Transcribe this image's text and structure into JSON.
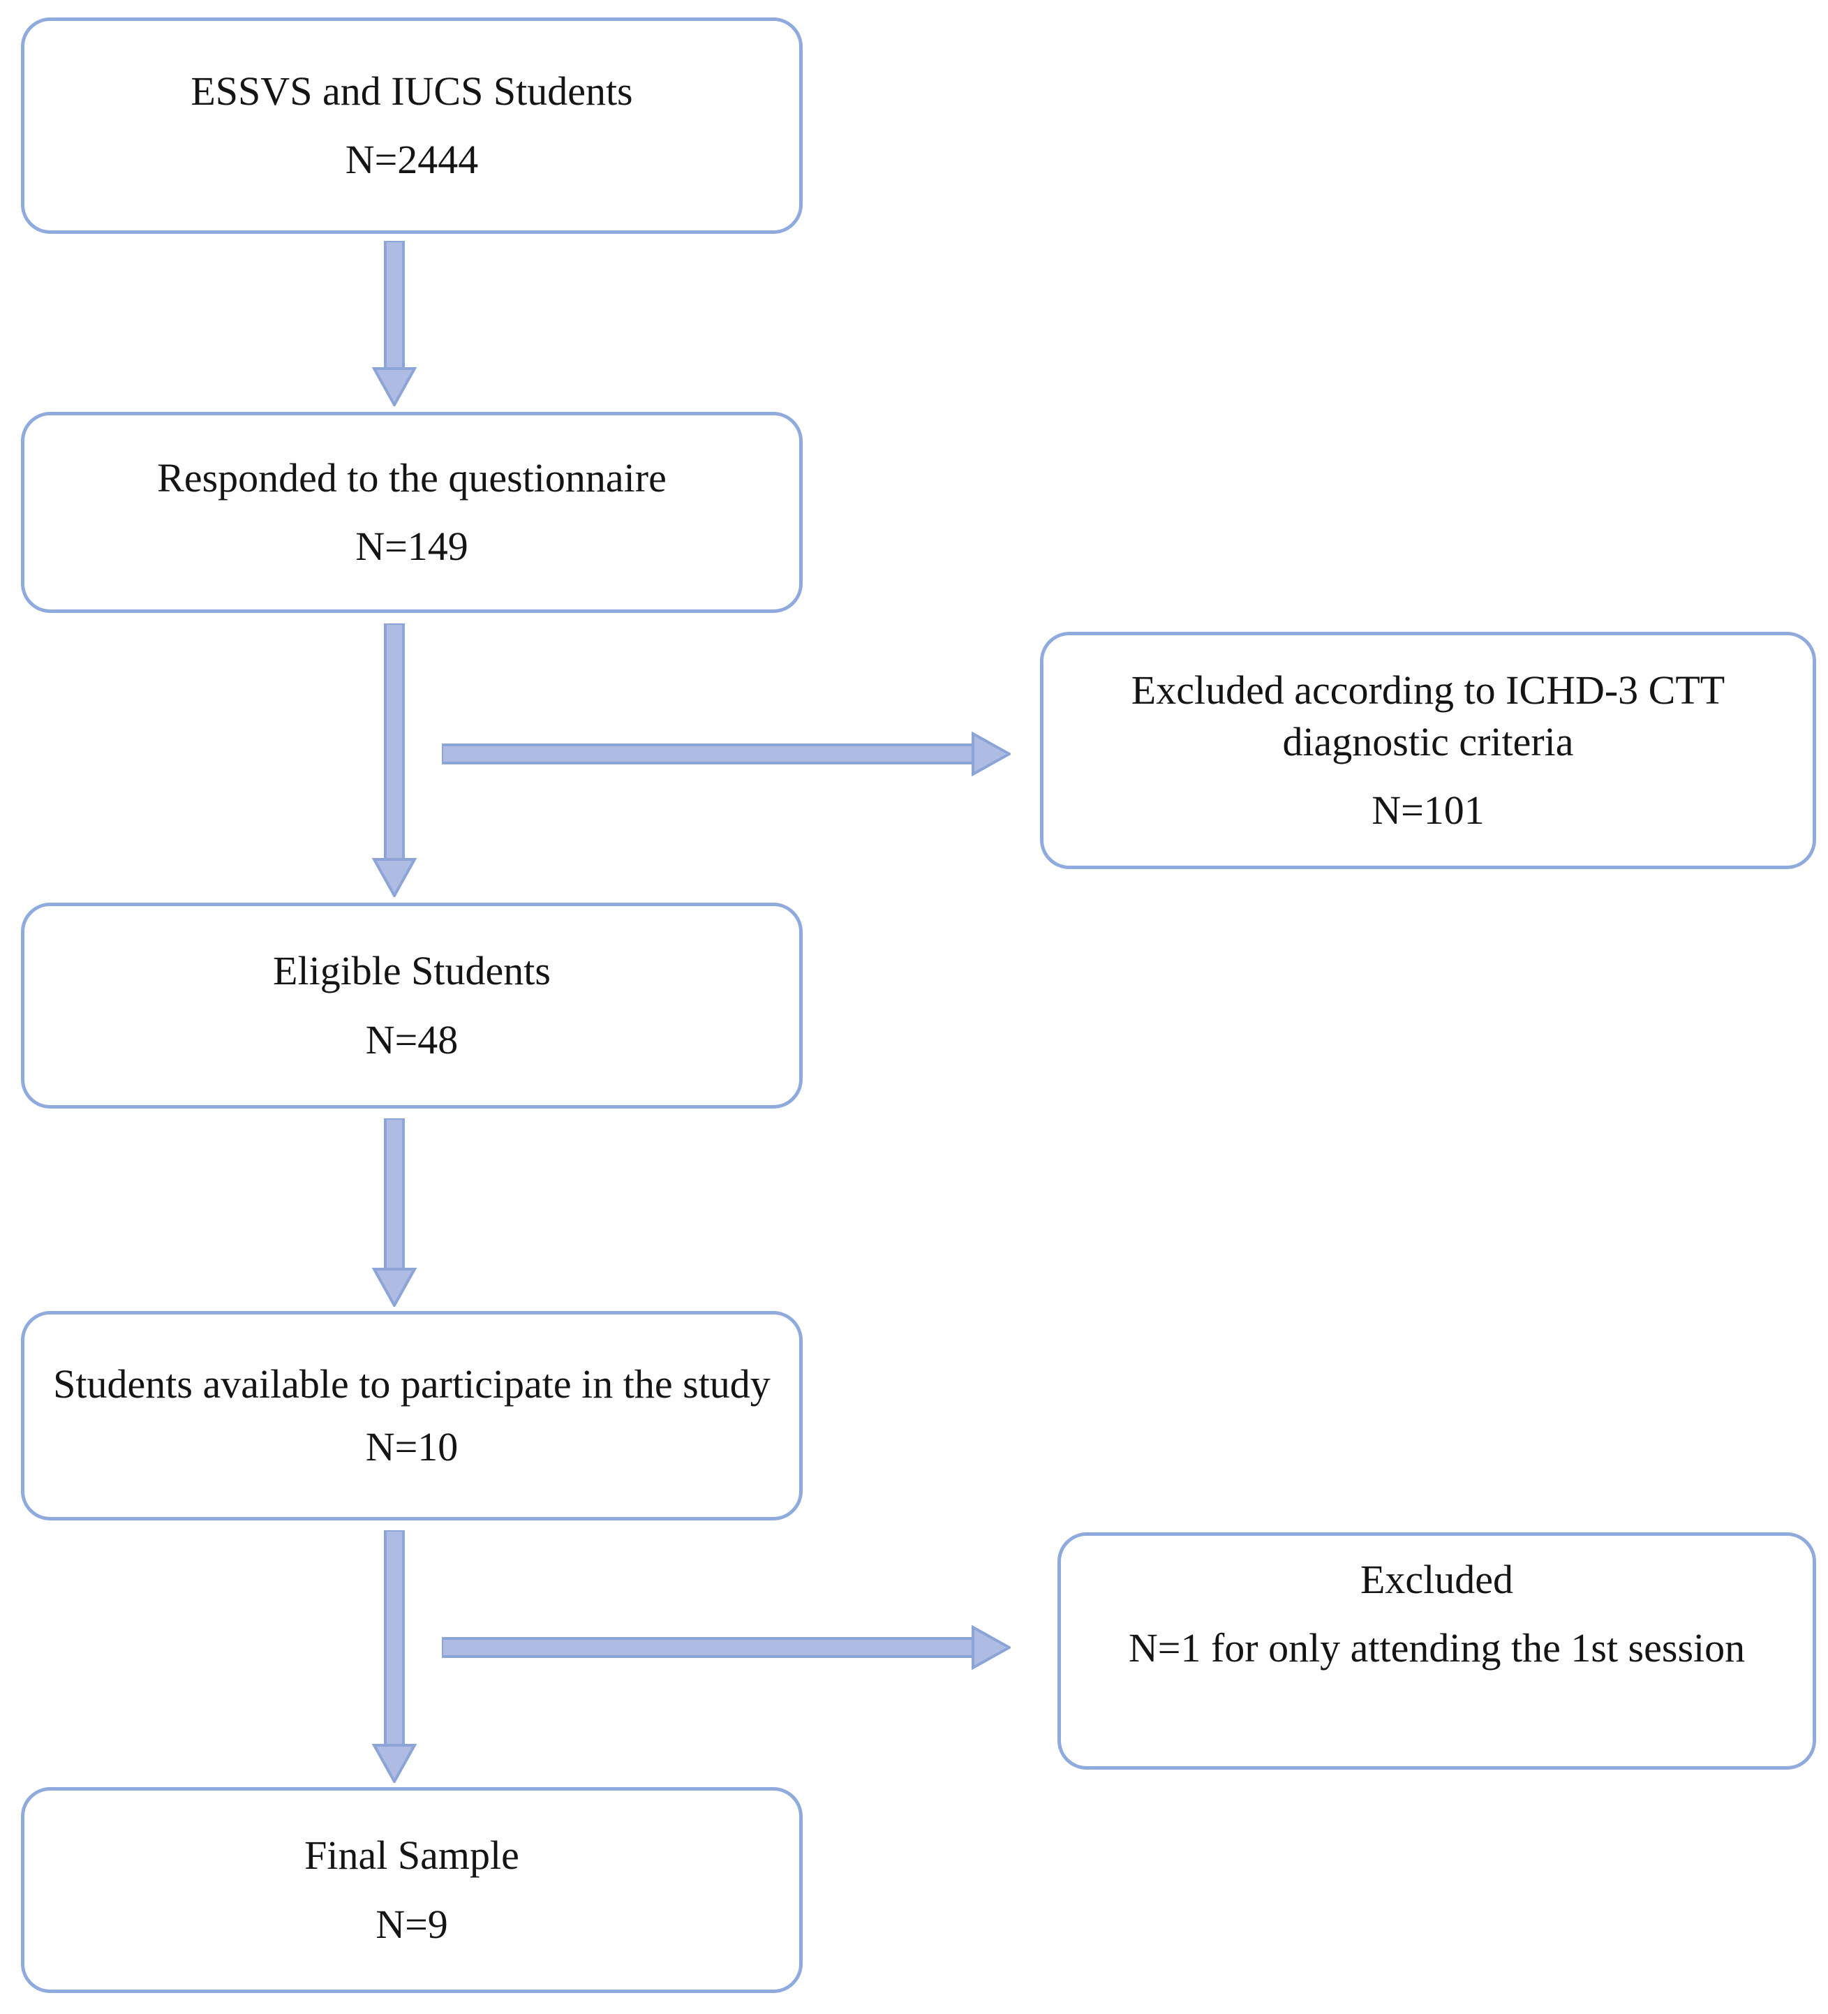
{
  "flowchart": {
    "boxes": [
      {
        "id": "essvs-iucs-students",
        "title": "ESSVS and IUCS Students",
        "n": "N=2444"
      },
      {
        "id": "responded-questionnaire",
        "title": "Responded to the questionnaire",
        "n": "N=149"
      },
      {
        "id": "excluded-ichd3",
        "title": "Excluded according to ICHD-3 CTT diagnostic criteria",
        "n": "N=101"
      },
      {
        "id": "eligible-students",
        "title": "Eligible Students",
        "n": "N=48"
      },
      {
        "id": "students-available",
        "title": "Students available to participate in the study",
        "n": "N=10"
      },
      {
        "id": "excluded-session",
        "title": "Excluded",
        "n": "N=1 for only attending the 1st session"
      },
      {
        "id": "final-sample",
        "title": "Final Sample",
        "n": "N=9"
      }
    ],
    "colors": {
      "box_border": "#8FAADC",
      "arrow_fill": "#AEBCE4",
      "arrow_stroke": "#8CA5D6",
      "text": "#141414",
      "background": "#FFFFFF"
    }
  }
}
